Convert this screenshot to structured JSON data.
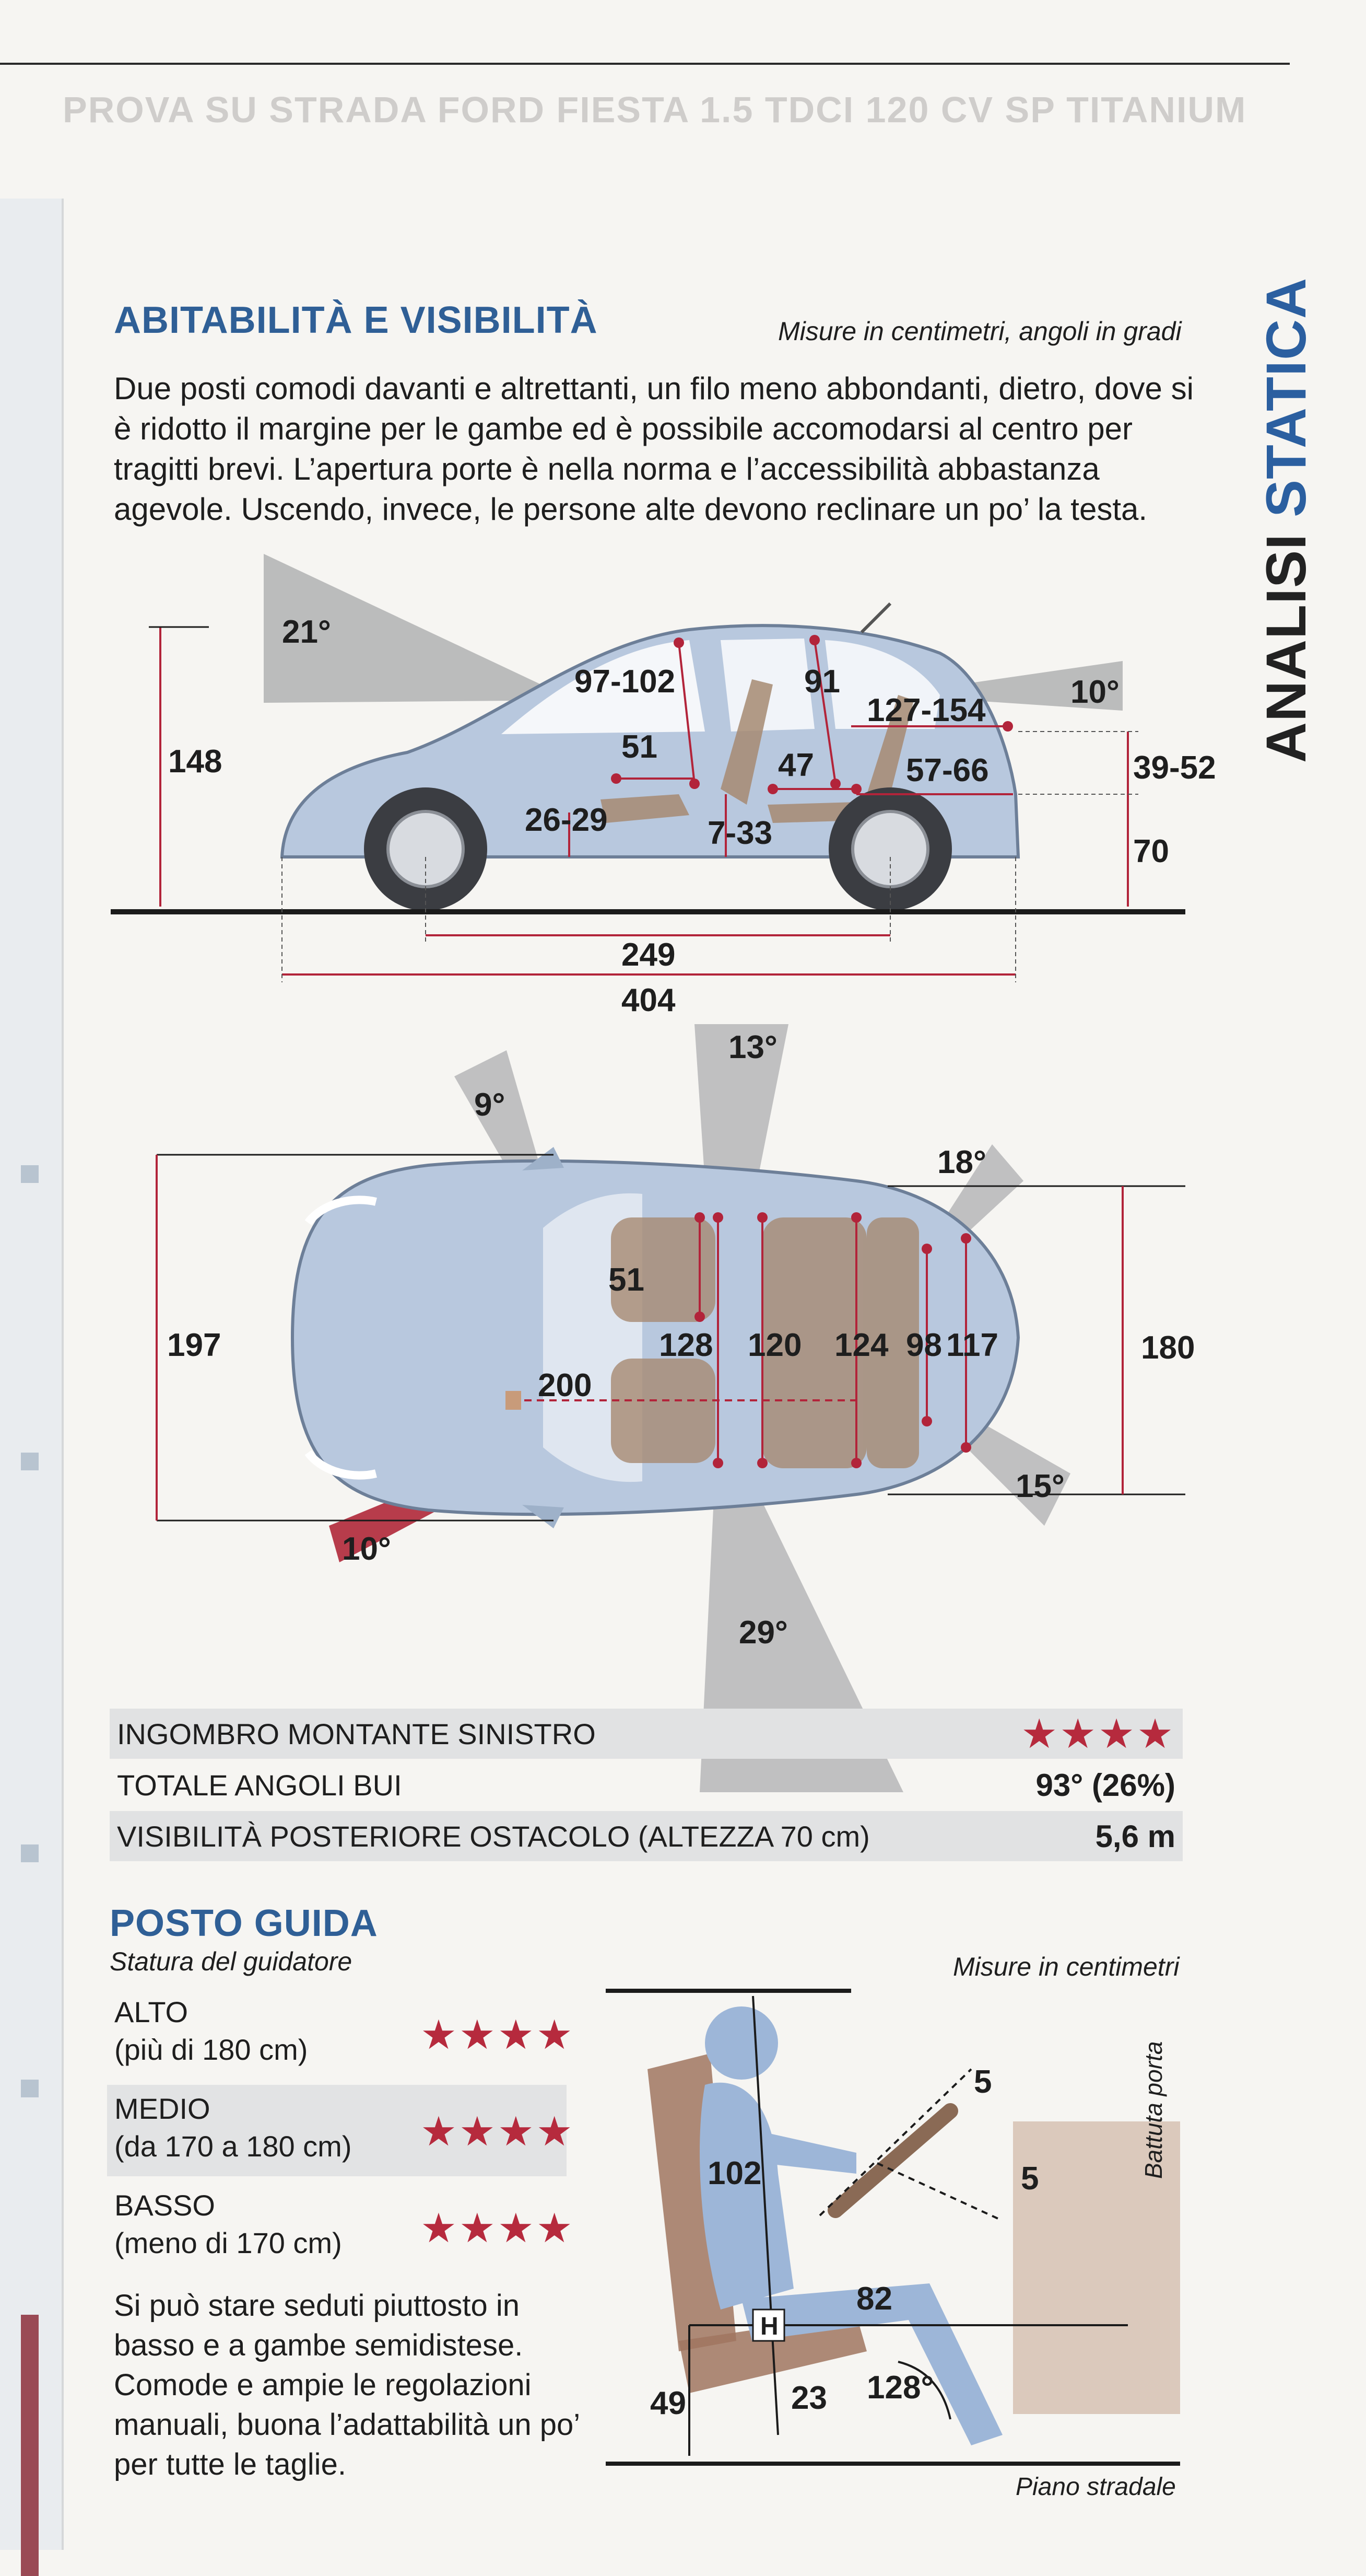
{
  "ghost_header": "PROVA SU STRADA FORD FIESTA 1.5 TDCI 120 CV SP TITANIUM",
  "side_title": {
    "part1": "ANALISI ",
    "part2": "STATICA"
  },
  "abitabilita": {
    "title": "ABITABILITÀ E VISIBILITÀ",
    "units_note": "Misure in centimetri, angoli in gradi",
    "intro": "Due posti comodi davanti e altrettanti, un filo meno abbondanti, dietro, dove si è ridotto il margine per le gambe ed è possibile accomodarsi al centro per tragitti brevi. L’apertura porte è nella norma e l’accessibilità abbastanza agevole. Uscendo, invece, le persone alte devono reclinare un po’ la testa."
  },
  "side_view": {
    "height_total": "148",
    "angle_front": "21°",
    "angle_rear": "10°",
    "headroom_front": "97-102",
    "headroom_rear": "91",
    "rear_legroom": "127-154",
    "front_seat_depth": "51",
    "rear_seat_depth": "47",
    "rear_opening": "57-66",
    "seat_height_front": "26-29",
    "seat_height_rear": "7-33",
    "boot_sill_range": "39-52",
    "boot_sill_height": "70",
    "wheelbase": "249",
    "length": "404"
  },
  "top_view": {
    "angle_top_pillar": "13°",
    "angle_left_mirror": "9°",
    "angle_rear_right": "18°",
    "angle_rear_low": "15°",
    "angle_front_low": "10°",
    "angle_bottom_pillar": "29°",
    "width_mirrors": "197",
    "width_body": "180",
    "seat_width": "51",
    "front_shoulder": "128",
    "cabin_length": "200",
    "rear_shoulder_front": "120",
    "rear_width": "124",
    "boot_width_1": "98",
    "boot_width_2": "117"
  },
  "visibility": {
    "rows": [
      {
        "label": "INGOMBRO MONTANTE SINISTRO",
        "value": "★★★★"
      },
      {
        "label": "TOTALE ANGOLI BUI",
        "value": "93° (26%)"
      },
      {
        "label": "VISIBILITÀ POSTERIORE OSTACOLO (ALTEZZA 70 cm)",
        "value": "5,6 m"
      }
    ]
  },
  "posto_guida": {
    "title": "POSTO GUIDA",
    "subtitle": "Statura del guidatore",
    "units_note": "Misure in centimetri",
    "rows": [
      {
        "line1": "ALTO",
        "line2": "(più di 180 cm)",
        "stars": "★★★★"
      },
      {
        "line1": "MEDIO",
        "line2": "(da 170 a 180 cm)",
        "stars": "★★★★"
      },
      {
        "line1": "BASSO",
        "line2": "(meno di 170 cm)",
        "stars": "★★★★"
      }
    ],
    "description": "Si può stare seduti piuttosto in basso e a gambe semidistese. Comode e ampie le regolazioni manuali, buona l’adattabilità un po’ per tutte le taglie.",
    "diagram": {
      "head_height": "102",
      "h_point": "H",
      "pedal_reach": "82",
      "seat_height": "49",
      "cushion_height": "23",
      "knee_angle": "128°",
      "wheel_adjust_1": "5",
      "wheel_adjust_2": "5",
      "door_label": "Battuta porta",
      "road_label": "Piano stradale"
    }
  }
}
